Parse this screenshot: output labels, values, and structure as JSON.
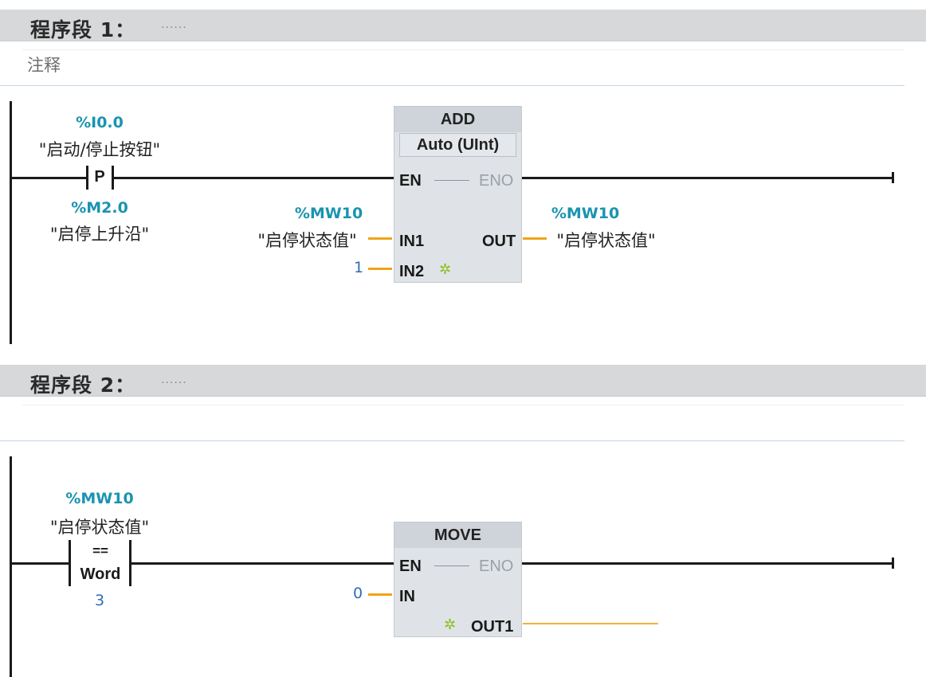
{
  "network1": {
    "title": "程序段 1：",
    "dots": "......",
    "comment": "注释",
    "contact": {
      "address": "%I0.0",
      "tag": "\"启动/停止按钮\"",
      "symbol": "P",
      "edge_address": "%M2.0",
      "edge_tag": "\"启停上升沿\""
    },
    "add_block": {
      "name": "ADD",
      "type": "Auto (UInt)",
      "pin_en": "EN",
      "pin_eno": "ENO",
      "pin_in1": "IN1",
      "pin_in2": "IN2",
      "pin_out": "OUT",
      "in1_address": "%MW10",
      "in1_tag": "\"启停状态值\"",
      "in2_value": "1",
      "out_address": "%MW10",
      "out_tag": "\"启停状态值\""
    }
  },
  "network2": {
    "title": "程序段 2：",
    "dots": "......",
    "compare": {
      "address": "%MW10",
      "tag": "\"启停状态值\"",
      "operator": "==",
      "datatype": "Word",
      "value": "3"
    },
    "move_block": {
      "name": "MOVE",
      "pin_en": "EN",
      "pin_eno": "ENO",
      "pin_in": "IN",
      "pin_out1": "OUT1",
      "in_value": "0"
    }
  },
  "colors": {
    "header_bg": "#d6d8da",
    "address_teal": "#1a94b0",
    "constant_blue": "#2e6db8",
    "wire_orange": "#f0a319",
    "block_bg": "#dfe3e8",
    "add_pin_star": "#8cbf1a"
  },
  "icons": {
    "add_pin": "sparkle-star-icon"
  }
}
